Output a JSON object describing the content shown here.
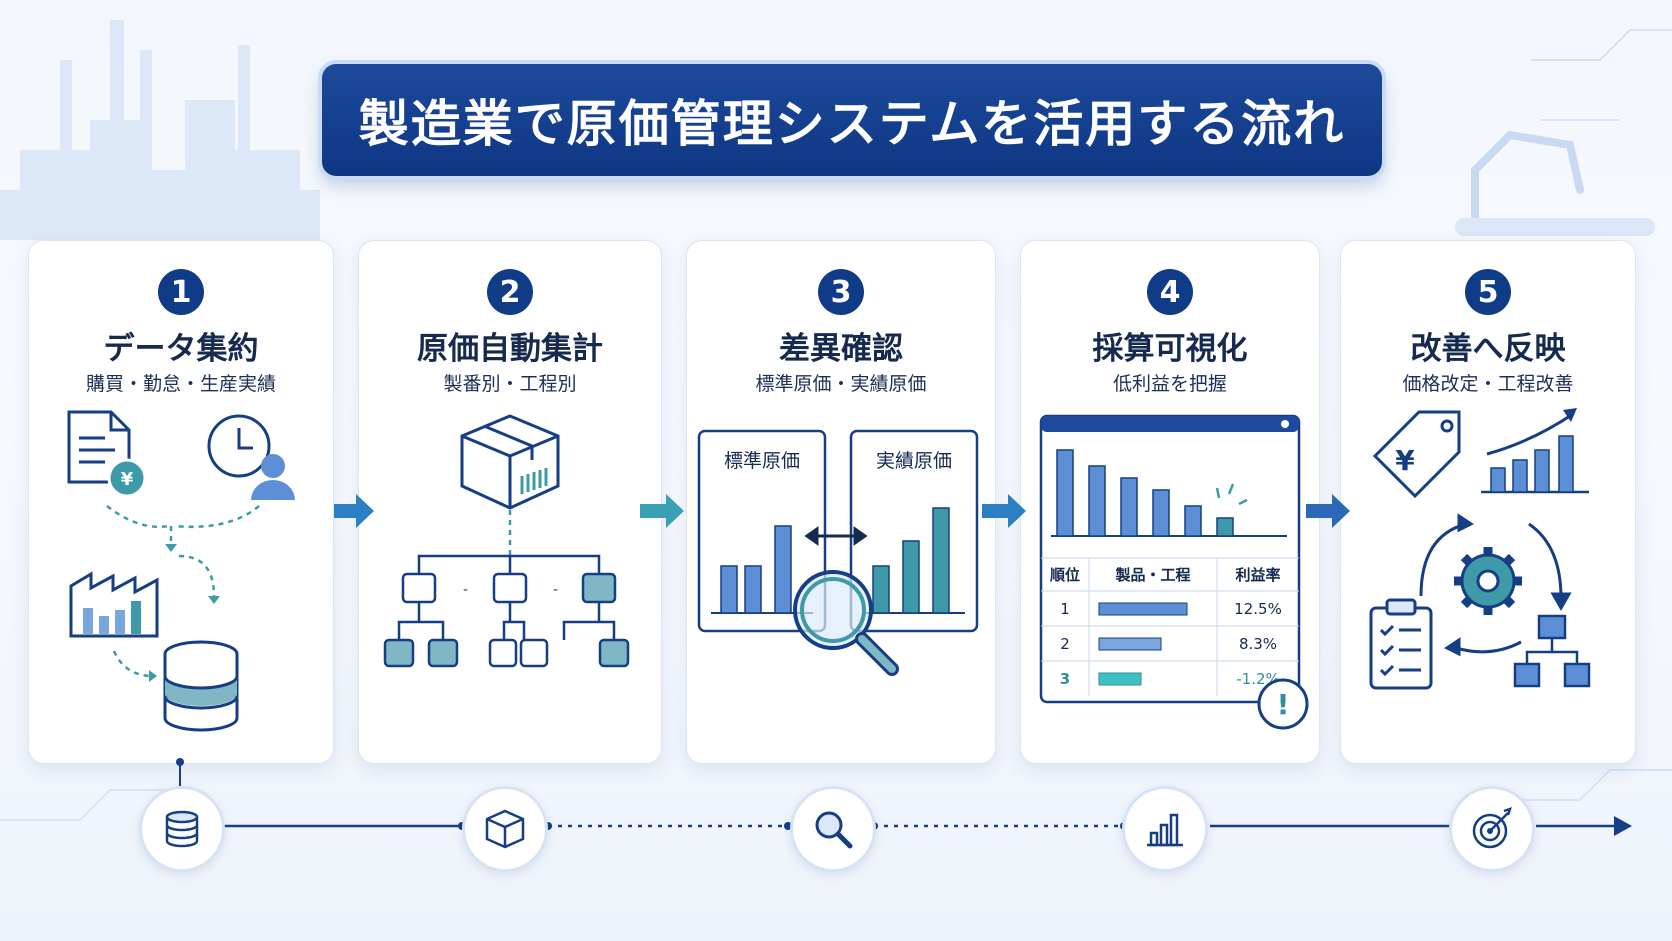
{
  "title": "製造業で原価管理システムを活用する流れ",
  "steps": [
    {
      "number": "1",
      "title": "データ集約",
      "subtitle": "購買・勤怠・生産実績"
    },
    {
      "number": "2",
      "title": "原価自動集計",
      "subtitle": "製番別・工程別"
    },
    {
      "number": "3",
      "title": "差異確認",
      "subtitle": "標準原価・実績原価"
    },
    {
      "number": "4",
      "title": "採算可視化",
      "subtitle": "低利益を把握"
    },
    {
      "number": "5",
      "title": "改善へ反映",
      "subtitle": "価格改定・工程改善"
    }
  ],
  "step3": {
    "left_label": "標準原価",
    "right_label": "実績原価"
  },
  "step4": {
    "headers": [
      "順位",
      "製品・工程",
      "利益率"
    ],
    "rows": [
      {
        "rank": "1",
        "rate": "12.5%",
        "bar": 0.85
      },
      {
        "rank": "2",
        "rate": "8.3%",
        "bar": 0.6
      },
      {
        "rank": "3",
        "rate": "-1.2%",
        "bar": 0.4
      }
    ],
    "alert_mark": "!"
  },
  "step5": {
    "currency_symbol": "¥"
  },
  "step1": {
    "currency_symbol": "¥"
  },
  "icons": [
    "document-yen-icon",
    "clock-user-icon",
    "factory-chart-icon",
    "database-icon",
    "box-icon",
    "tree-icon",
    "magnifier-icon",
    "gear-icon",
    "clipboard-icon",
    "target-icon"
  ],
  "colors": {
    "navy": "#0f3b87",
    "blue": "#2f62b5",
    "teal": "#3e9aa8",
    "light": "#dce8f7"
  }
}
